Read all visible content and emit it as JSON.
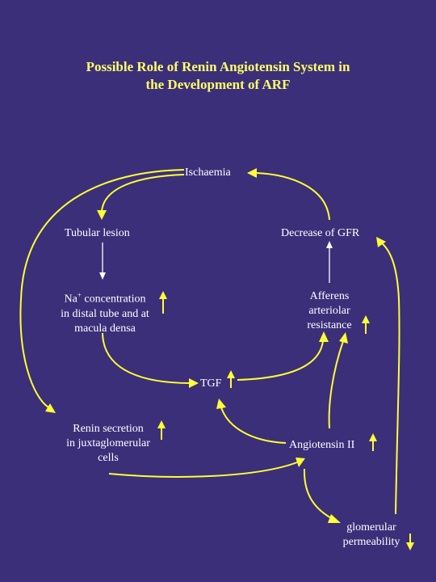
{
  "title": {
    "line1": "Possible Role of Renin Angiotensin System in",
    "line2": "the Development of ARF"
  },
  "nodes": {
    "ischaemia": "Ischaemia",
    "tubular_lesion": "Tubular lesion",
    "decrease_gfr": "Decrease of GFR",
    "na_prefix": "Na",
    "na_sup": "+",
    "na_line1_rest": " concentration",
    "na_line2": "in distal tube and at",
    "na_line3": "macula densa",
    "afferens_line1": "Afferens",
    "afferens_line2": "arteriolar",
    "afferens_line3": "resistance",
    "tgf": "TGF",
    "renin_line1": "Renin secretion",
    "renin_line2": "in juxtaglomerular",
    "renin_line3": "cells",
    "angiotensin": "Angiotensin II",
    "glom_line1": "glomerular",
    "glom_line2": "permeability"
  },
  "colors": {
    "background": "#3b2f7a",
    "title": "#ffff66",
    "arrows": "#ffff33",
    "text": "#ffffff"
  },
  "icons": {
    "increase": "up-arrow-icon",
    "decrease": "down-arrow-icon"
  }
}
